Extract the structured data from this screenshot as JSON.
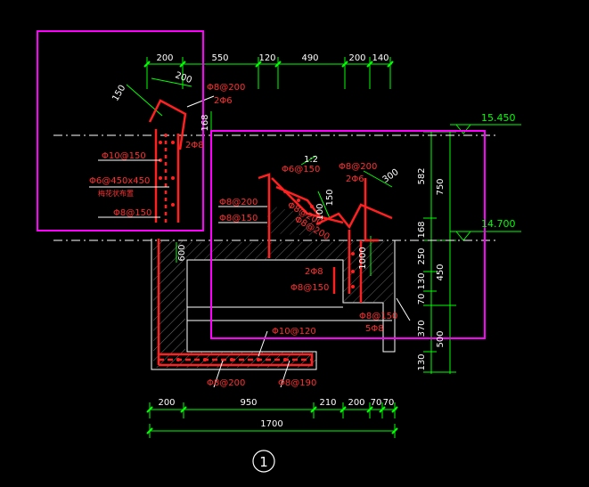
{
  "colors": {
    "background": "#000000",
    "dimension_line": "#00ff00",
    "dimension_text": "#ffffff",
    "rebar": "#ff2020",
    "rebar_label": "#ff3030",
    "selection_box": "#ff00ff",
    "concrete_outline": "#ffffff",
    "hatch": "#9a9a9a",
    "level_text": "#00ff00"
  },
  "top_dimensions": [
    "200",
    "550",
    "120",
    "490",
    "200",
    "140"
  ],
  "bottom_dimensions": [
    "200",
    "950",
    "210",
    "200",
    "70",
    "70"
  ],
  "overall_dimension": "1700",
  "right_dimensions_inner": [
    "582",
    "168",
    "250",
    "130",
    "70",
    "370",
    "130"
  ],
  "right_dimensions_outer": [
    "750",
    "450",
    "500"
  ],
  "left_detail_dims": [
    "200",
    "150",
    "168"
  ],
  "mid_detail_dims": [
    "1:2",
    "150",
    "100",
    "300",
    "600",
    "1000"
  ],
  "levels": [
    "15.450",
    "14.700"
  ],
  "rebar_labels": {
    "left_top_1": "Φ8@200",
    "left_top_2": "2Φ6",
    "left_mid": "2Φ8",
    "left_1": "Φ10@150",
    "left_2": "Φ6@450x450",
    "left_note": "梅花状布置",
    "left_3": "Φ8@150",
    "mid_1": "Φ6@150",
    "mid_2": "Φ8@200",
    "mid_3": "Φ8@150",
    "mid_4": "Φ8@200",
    "mid_5": "Φ8@200",
    "right_1": "Φ8@200",
    "right_2": "2Φ6",
    "lower_1": "2Φ8",
    "lower_2": "Φ8@150",
    "lower_3": "Φ8@150",
    "lower_4": "5Φ8",
    "bottom_1": "Φ10@120",
    "bottom_2": "Φ8@200",
    "bottom_3": "Φ8@190"
  },
  "section_mark": "1"
}
